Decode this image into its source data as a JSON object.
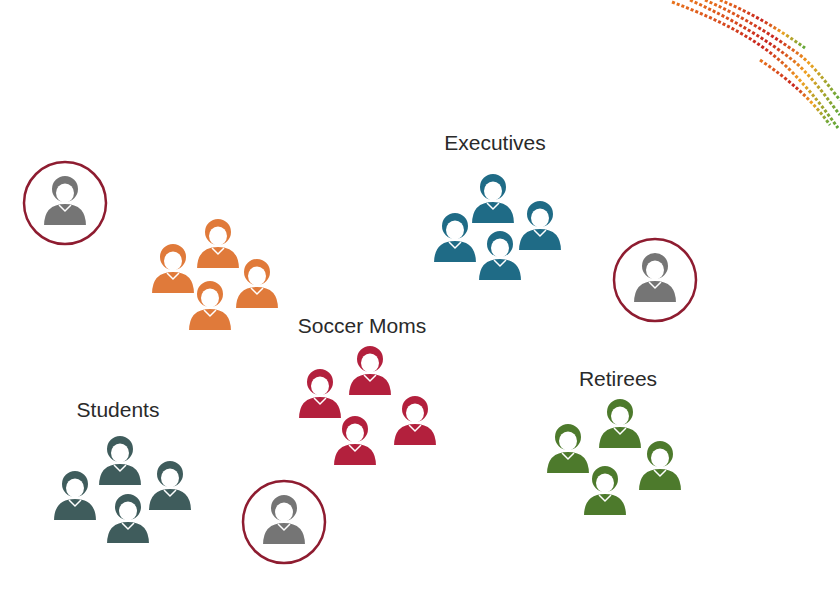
{
  "diagram": {
    "labels": [
      "Executives",
      "Soccer Moms",
      "Retirees",
      "Students"
    ]
  }
}
